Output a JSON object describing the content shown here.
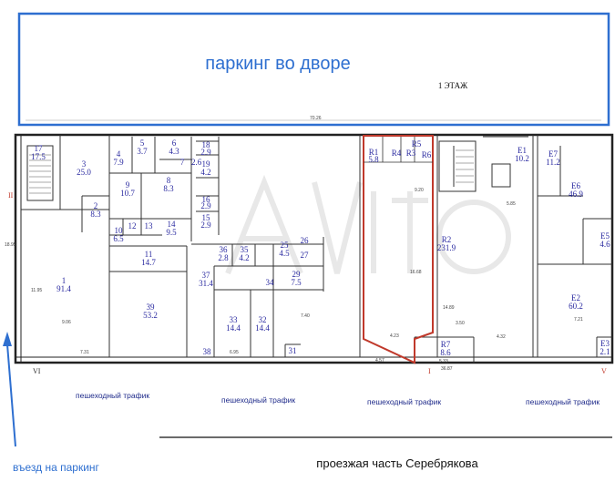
{
  "banner": {
    "parking_label": "паркинг во дворе",
    "floor_label": "1 ЭТАЖ",
    "width_dim": "70.26"
  },
  "rooms": [
    {
      "id": "17",
      "area": "17.5"
    },
    {
      "id": "3",
      "area": "25.0"
    },
    {
      "id": "2",
      "area": "8.3"
    },
    {
      "id": "5",
      "area": "3.7"
    },
    {
      "id": "6",
      "area": "4.3"
    },
    {
      "id": "4",
      "area": "7.9"
    },
    {
      "id": "9",
      "area": "10.7"
    },
    {
      "id": "8",
      "area": "8.3"
    },
    {
      "id": "7",
      "area": "2.6"
    },
    {
      "id": "18",
      "area": "2.9"
    },
    {
      "id": "19",
      "area": "4.2"
    },
    {
      "id": "16",
      "area": "2.9"
    },
    {
      "id": "15",
      "area": "2.9"
    },
    {
      "id": "14",
      "area": "9.5"
    },
    {
      "id": "10",
      "area": "6.5"
    },
    {
      "id": "12",
      "area": ""
    },
    {
      "id": "13",
      "area": ""
    },
    {
      "id": "11",
      "area": "14.7"
    },
    {
      "id": "1",
      "area": "91.4"
    },
    {
      "id": "39",
      "area": "53.2"
    },
    {
      "id": "36",
      "area": "2.8"
    },
    {
      "id": "35",
      "area": "4.2"
    },
    {
      "id": "25",
      "area": "4.5"
    },
    {
      "id": "26",
      "area": ""
    },
    {
      "id": "27",
      "area": ""
    },
    {
      "id": "37",
      "area": "31.4"
    },
    {
      "id": "29",
      "area": "7.5"
    },
    {
      "id": "34",
      "area": ""
    },
    {
      "id": "33",
      "area": "14.4"
    },
    {
      "id": "32",
      "area": "14.4"
    },
    {
      "id": "38",
      "area": ""
    },
    {
      "id": "31",
      "area": ""
    },
    {
      "id": "R1",
      "area": "5.8"
    },
    {
      "id": "R4",
      "area": ""
    },
    {
      "id": "R3",
      "area": ""
    },
    {
      "id": "R6",
      "area": ""
    },
    {
      "id": "R5",
      "area": ""
    },
    {
      "id": "R2",
      "area": "231.9"
    },
    {
      "id": "R7",
      "area": "8.6"
    },
    {
      "id": "E1",
      "area": "10.2"
    },
    {
      "id": "E7",
      "area": "11.2"
    },
    {
      "id": "E6",
      "area": "46.9"
    },
    {
      "id": "E5",
      "area": "4.6"
    },
    {
      "id": "E2",
      "area": "60.2"
    },
    {
      "id": "E3",
      "area": "2.1"
    }
  ],
  "axes": {
    "left_top": "II",
    "bottom_left": "VI",
    "bottom_mid": "I",
    "bottom_right": "V"
  },
  "traffic_labels": [
    "пешеходный трафик",
    "пешеходный трафик",
    "пешеходный трафик",
    "пешеходный трафик"
  ],
  "entry_label": "въезд на паркинг",
  "street_label": "проезжая часть Серебрякова",
  "dims": {
    "total_bottom": "36.87",
    "mid_a": "7.31",
    "mid_b": "6.95",
    "a": "9.06",
    "b": "7.40",
    "c": "4.23",
    "d": "4.32",
    "e": "7.21",
    "f": "14.89",
    "g": "16.68",
    "h": "9.20",
    "i": "5.33",
    "j": "3.50",
    "k": "4.57",
    "l": "11.95",
    "m": "18.95",
    "n": "5.85"
  }
}
